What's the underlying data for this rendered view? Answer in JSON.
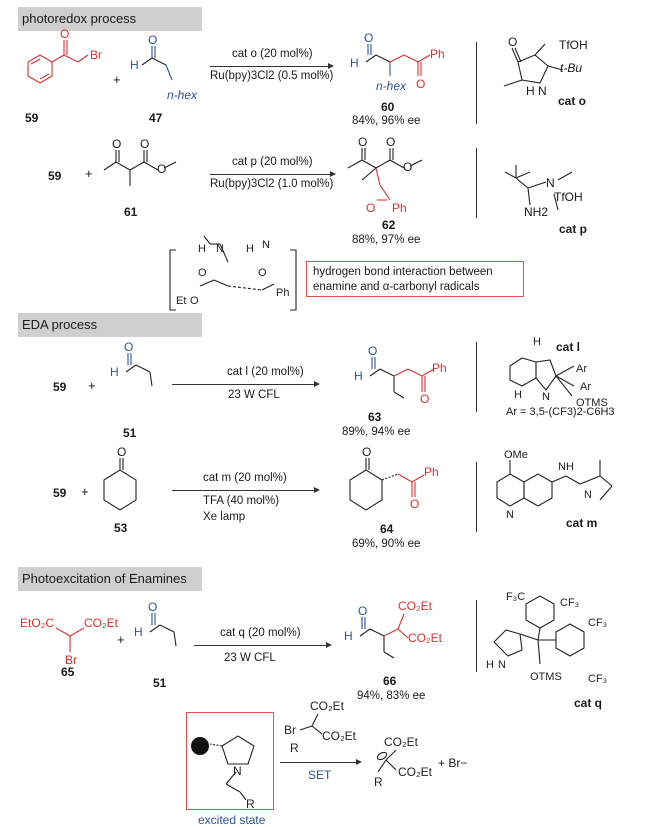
{
  "sections": {
    "photoredox": "photoredox process",
    "eda": "EDA process",
    "photoexcitation": "Photoexcitation of Enamines"
  },
  "rxn1": {
    "reactant1_num": "59",
    "reactant2_num": "47",
    "reactant2_sub": "n-hex",
    "cond1": "cat o (20 mol%)",
    "cond2": "Ru(bpy)3Cl2 (0.5 mol%)",
    "product_num": "60",
    "yield": "84%, 96% ee",
    "cat_name": "cat o",
    "cat_acid": "TfOH",
    "cat_tbu": "t-Bu"
  },
  "rxn2": {
    "reactant1_num": "59",
    "reactant2_num": "61",
    "cond1": "cat p (20 mol%)",
    "cond2": "Ru(bpy)3Cl2 (1.0 mol%)",
    "product_num": "62",
    "yield": "88%, 97% ee",
    "cat_name": "cat p",
    "cat_acid": "TfOH",
    "cat_nh2": "NH2"
  },
  "ts": {
    "note": "hydrogen bond interaction between enamine and α-carbonyl radicals"
  },
  "rxn3": {
    "reactant1_num": "59",
    "reactant2_num": "51",
    "cond1": "cat l (20 mol%)",
    "cond2": "23 W CFL",
    "product_num": "63",
    "yield": "89%, 94% ee",
    "cat_name": "cat l",
    "cat_ar_def": "Ar = 3,5-(CF3)2-C6H3"
  },
  "rxn4": {
    "reactant1_num": "59",
    "reactant2_num": "53",
    "cond1": "cat m (20 mol%)",
    "cond2": "TFA (40 mol%)",
    "cond3": "Xe lamp",
    "product_num": "64",
    "yield": "69%, 90% ee",
    "cat_name": "cat m"
  },
  "rxn5": {
    "reactant1_num": "65",
    "reactant2_num": "51",
    "cond1": "cat q (20 mol%)",
    "cond2": "23 W CFL",
    "product_num": "66",
    "yield": "94%, 83% ee",
    "cat_name": "cat q"
  },
  "mechanism": {
    "arrow_label": "SET",
    "excited_label": "excited state",
    "br_minus": "+ Br−"
  },
  "colors": {
    "red": "#e03030",
    "blue": "#3050a0"
  }
}
